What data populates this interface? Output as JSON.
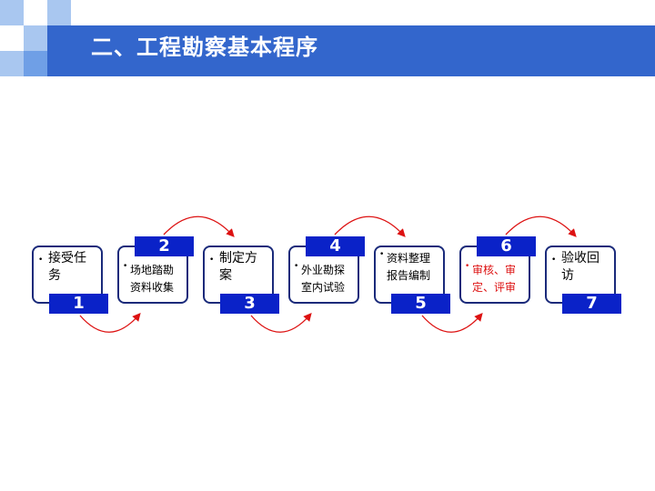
{
  "title": "二、工程勘察基本程序",
  "colors": {
    "title_bar": "#3366cc",
    "number_tab": "#0a22c8",
    "box_border": "#1a2a7a",
    "arrow": "#dd1111",
    "highlight_text": "#dd1111"
  },
  "steps": [
    {
      "number": "1",
      "text": "接受任\n务"
    },
    {
      "number": "2",
      "text": "场地踏勘\n资料收集"
    },
    {
      "number": "3",
      "text": "制定方\n案"
    },
    {
      "number": "4",
      "text": "外业勘探\n室内试验"
    },
    {
      "number": "5",
      "text": "资料整理\n报告编制"
    },
    {
      "number": "6",
      "text": "审核、审\n定、评审"
    },
    {
      "number": "7",
      "text": "验收回\n访"
    }
  ]
}
